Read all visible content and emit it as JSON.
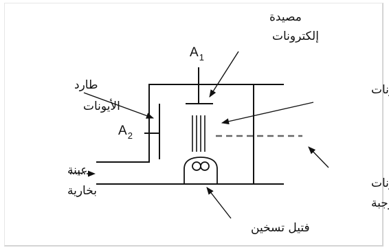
{
  "labels": {
    "electron_collector_line1": "مصيدة",
    "electron_collector_line2": "إلكترونات",
    "electrons": "إلكترونات",
    "ion_repeller_line1": "طارد",
    "ion_repeller_line2": "الأيونات",
    "vapor_sample_line1": "عينة",
    "vapor_sample_line2": "بخارية",
    "positive_ions_line1": "أيونات",
    "positive_ions_line2": "موجبة",
    "heating_filament": "فتيل تسخين",
    "a1": "A",
    "a1_sub": "1",
    "a2": "A",
    "a2_sub": "2"
  },
  "colors": {
    "ink": "#111111",
    "ion_beam": "#666666",
    "background": "#ffffff"
  }
}
